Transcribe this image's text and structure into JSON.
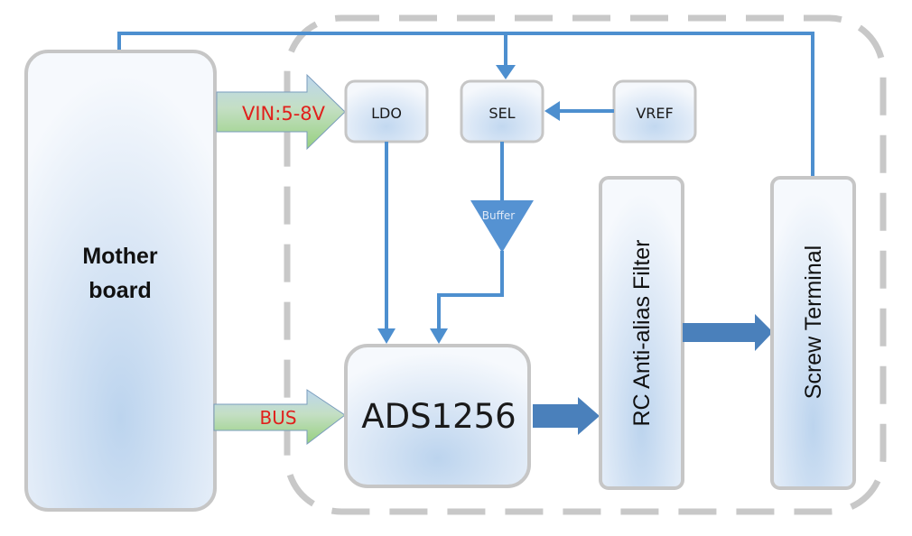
{
  "diagram": {
    "type": "block-diagram",
    "colors": {
      "connector": "#4d8fcf",
      "thick_arrow": "#4a80bb",
      "block_border": "#c6c6c6",
      "block_fill_top": "#f6f9fd",
      "block_fill_bottom": "#c0d6ee",
      "dashed_boundary": "#c8c8c8",
      "input_arrow_green": "#9ccf8c",
      "input_arrow_blue": "#bcd4ec",
      "input_arrow_label": "#e0201c"
    },
    "blocks": {
      "motherboard": {
        "line1": "Mother",
        "line2": "board"
      },
      "ldo": {
        "label": "LDO"
      },
      "sel": {
        "label": "SEL"
      },
      "vref": {
        "label": "VREF"
      },
      "buffer": {
        "label": "Buffer"
      },
      "adc": {
        "label": "ADS1256"
      },
      "filter": {
        "label": "RC Anti-alias Filter"
      },
      "terminal": {
        "label": "Screw Terminal"
      }
    },
    "input_arrows": {
      "power": {
        "label": "VIN:5-8V"
      },
      "bus": {
        "label": "BUS"
      }
    },
    "connections": [
      {
        "from": "Screw Terminal",
        "to": "SEL",
        "via": "top feedback line"
      },
      {
        "from": "Motherboard",
        "to": "top feedback line"
      },
      {
        "from": "VREF",
        "to": "SEL"
      },
      {
        "from": "SEL",
        "to": "Buffer"
      },
      {
        "from": "Buffer",
        "to": "ADS1256"
      },
      {
        "from": "LDO",
        "to": "ADS1256"
      },
      {
        "from": "Motherboard",
        "to": "LDO",
        "label": "VIN:5-8V"
      },
      {
        "from": "Motherboard",
        "to": "ADS1256",
        "label": "BUS"
      },
      {
        "from": "ADS1256",
        "to": "RC Anti-alias Filter"
      },
      {
        "from": "RC Anti-alias Filter",
        "to": "Screw Terminal"
      }
    ]
  }
}
